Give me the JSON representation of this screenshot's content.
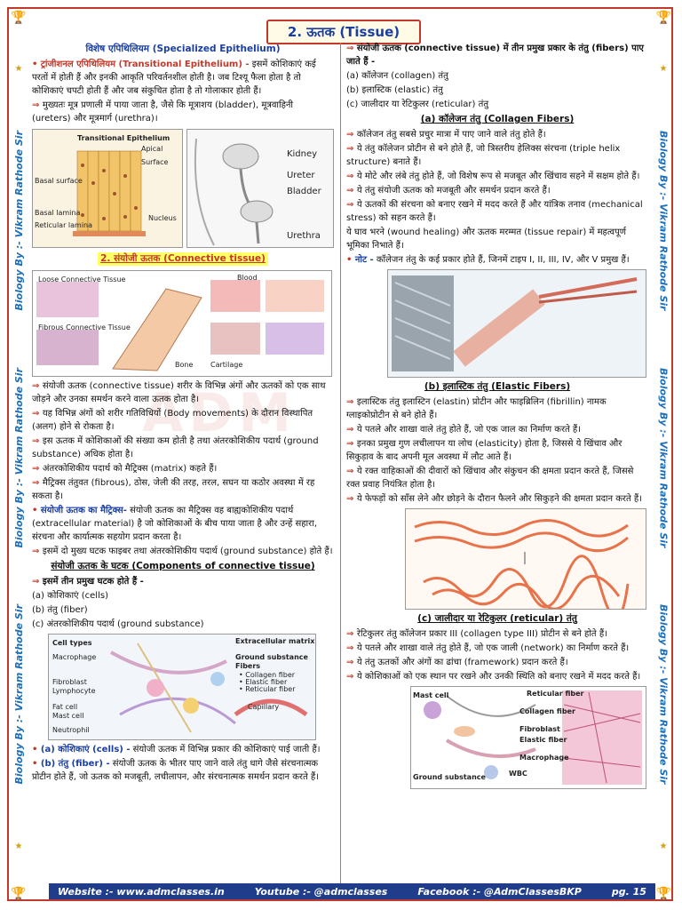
{
  "header": {
    "title": "2. ऊतक (Tissue)"
  },
  "side_label": "Biology By :- Vikram Rathode Sir",
  "footer": {
    "website": "Website :- www.admclasses.in",
    "youtube": "Youtube :- @admclasses",
    "facebook": "Facebook :- @AdmClassesBKP",
    "page": "pg. 15"
  },
  "watermark": "ADM",
  "left": {
    "spec_title": "विशेष एपिथिलियम (Specialized Epithelium)",
    "trans_head": "ट्रांजीशनल एपिथिलियम (Transitional Epithelium) -",
    "trans_text": "इसमें कोशिकाएं कई परतों में होती हैं और इनकी आकृति परिवर्तनशील होती है। जब टिश्यू फैला होता है तो कोशिकाएं चपटी होती हैं और जब संकुचित होता है तो गोलाकार होती हैं।",
    "trans_loc": "मुख्यतः मूत्र प्रणाली में पाया जाता है, जैसे कि मूत्राशय (bladder), मूत्रवाहिनी (ureters) और मूत्रमार्ग (urethra)।",
    "fig1": {
      "title": "Transitional Epithelium",
      "apical": "Apical Surface",
      "basal": "Basal surface",
      "lamina": "Basal lamina",
      "reticular": "Reticular lamina",
      "nucleus": "Nucleus",
      "kidney": "Kidney",
      "ureter": "Ureter",
      "bladder": "Bladder",
      "urethra": "Urethra"
    },
    "conn_title": "2. संयोजी ऊतक (Connective tissue)",
    "fig2": {
      "loose": "Loose Connective Tissue",
      "fibrous": "Fibrous Connective Tissue",
      "blood": "Blood",
      "cartilage": "Cartilage",
      "bone": "Bone"
    },
    "conn_p1": "संयोजी ऊतक (connective tissue) शरीर के विभिन्न अंगों और ऊतकों को एक साथ जोड़ने और उनका समर्थन करने वाला ऊतक होता है।",
    "conn_p2": "यह विभिन्न अंगों को शरीर गतिविधियों (Body movements) के दौरान विस्थापित (अलग) होने से रोकता है।",
    "conn_p3": "इस ऊतक में कोशिकाओं की संख्या कम होती है तथा अंतरकोशिकीय पदार्थ (ground substance) अधिक होता है।",
    "conn_p4": "अंतरकोशिकीय पदार्थ को मैट्रिक्स (matrix) कहते हैं।",
    "conn_p5": "मैट्रिक्स तंतुवत (fibrous), ठोस, जेली की तरह, तरल, सघन या कठोर अवस्था में रह सकता है।",
    "matrix_head": "संयोजी ऊतक का मैट्रिक्स-",
    "matrix_text": "संयोजी ऊतक का मैट्रिक्स वह बाह्यकोशिकीय पदार्थ (extracellular material) है जो कोशिकाओं के बीच पाया जाता है और उन्हें सहारा, संरचना और कार्यात्मक सहयोग प्रदान करता है।",
    "matrix_p2": "इसमें दो मुख्य घटक फाइबर तथा अंतरकोशिकीय पदार्थ (ground substance) होते हैं।",
    "comp_title": "संयोजी ऊतक के घटक (Components of connective tissue)",
    "comp_intro": "इसमें तीन प्रमुख घटक होते हैं -",
    "comp_a": "(a) कोशिकाएं (cells)",
    "comp_b": "(b) तंतु (fiber)",
    "comp_c": "(c) अंतरकोशिकीय पदार्थ (ground substance)",
    "fig3": {
      "cell_types": "Cell types",
      "macrophage": "Macrophage",
      "fibroblast": "Fibroblast",
      "lymphocyte": "Lymphocyte",
      "fat": "Fat cell",
      "mast": "Mast cell",
      "neutrophil": "Neutrophil",
      "matrix": "Extracellular matrix",
      "ground": "Ground substance",
      "fibers": "Fibers",
      "collagen": "• Collagen fiber",
      "elastic": "• Elastic fiber",
      "reticular": "• Reticular fiber",
      "capillary": "Capillary"
    },
    "cells_head": "(a) कोशिकाएं (cells) -",
    "cells_text": "संयोजी ऊतक में विभिन्न प्रकार की कोशिकाएं पाई जाती हैं।",
    "fiber_head": "(b) तंतु (fiber) -",
    "fiber_text": "संयोजी ऊतक के भीतर पाए जाने वाले तंतु धागे जैसे संरचनात्मक प्रोटीन होते हैं, जो ऊतक को मजबूती, लचीलापन, और संरचनात्मक समर्थन प्रदान करते हैं।"
  },
  "right": {
    "intro": "संयोजी ऊतक (connective tissue) में तीन प्रमुख प्रकार के तंतु (fibers) पाए जाते हैं -",
    "a": "(a) कॉलेजन (collagen) तंतु",
    "b": "(b) इलास्टिक (elastic) तंतु",
    "c": "(c) जालीदार या रेटिकुलर (reticular) तंतु",
    "col_title": "(a) कॉलेजन तंतु (Collagen Fibers)",
    "col_p1": "कॉलेजन तंतु सबसे प्रचुर मात्रा में पाए जाने वाले तंतु होते हैं।",
    "col_p2": "ये तंतु कॉलेजन प्रोटीन से बने होते हैं, जो त्रिस्तरीय हेलिक्स संरचना (triple helix structure) बनाते हैं।",
    "col_p3": "ये मोटे और लंबे तंतु होते हैं, जो विशेष रूप से मजबूत और खिंचाव सहने में सक्षम होते हैं।",
    "col_p4": "ये तंतु संयोजी ऊतक को मजबूती और समर्थन प्रदान करते हैं।",
    "col_p5": "ये ऊतकों की संरचना को बनाए रखने में मदद करते हैं और यांत्रिक तनाव (mechanical stress) को सहन करते हैं।",
    "col_p6": "ये घाव भरने (wound healing) और ऊतक मरम्मत (tissue repair) में महत्वपूर्ण भूमिका निभाते हैं।",
    "note_head": "नोट -",
    "note_text": "कॉलेजन तंतु के कई प्रकार होते हैं, जिनमें टाइप I, II, III, IV, और V प्रमुख हैं।",
    "ela_title": "(b) इलास्टिक तंतु (Elastic Fibers)",
    "ela_p1": "इलास्टिक तंतु इलास्टिन (elastin) प्रोटीन और फाइब्रिलिन (fibrillin) नामक ग्लाइकोप्रोटीन से बने होते हैं।",
    "ela_p2": "ये पतले और शाखा वाले तंतु होते हैं, जो एक जाल का निर्माण करते हैं।",
    "ela_p3": "इनका प्रमुख गुण लचीलापन या लोच (elasticity) होता है, जिससे ये खिंचाव और सिकुड़ाव के बाद अपनी मूल अवस्था में लौट आते हैं।",
    "ela_p4": "ये रक्त वाहिकाओं की दीवारों को खिंचाव और संकुचन की क्षमता प्रदान करते हैं, जिससे रक्त प्रवाह नियंत्रित होता है।",
    "ela_p5": "ये फेफड़ों को साँस लेने और छोड़ने के दौरान फैलने और सिकुड़ने की क्षमता प्रदान करते हैं।",
    "ret_title": "(c) जालीदार या रेटिकुलर (reticular) तंतु",
    "ret_p1": "रेटिकुलर तंतु कॉलेजन प्रकार III (collagen type III) प्रोटीन से बने होते हैं।",
    "ret_p2": "ये पतले और शाखा वाले तंतु होते हैं, जो एक जाली (network) का निर्माण करते हैं।",
    "ret_p3": "ये तंतु ऊतकों और अंगों का ढांचा (framework) प्रदान करते हैं।",
    "ret_p4": "ये कोशिकाओं को एक स्थान पर रखने और उनकी स्थिति को बनाए रखने में मदद करते हैं।",
    "fig4": {
      "mast": "Mast cell",
      "reticular": "Reticular fiber",
      "collagen": "Collagen fiber",
      "fibroblast": "Fibroblast",
      "elastic": "Elastic fiber",
      "macrophage": "Macrophage",
      "wbc": "WBC",
      "ground": "Ground substance"
    }
  }
}
